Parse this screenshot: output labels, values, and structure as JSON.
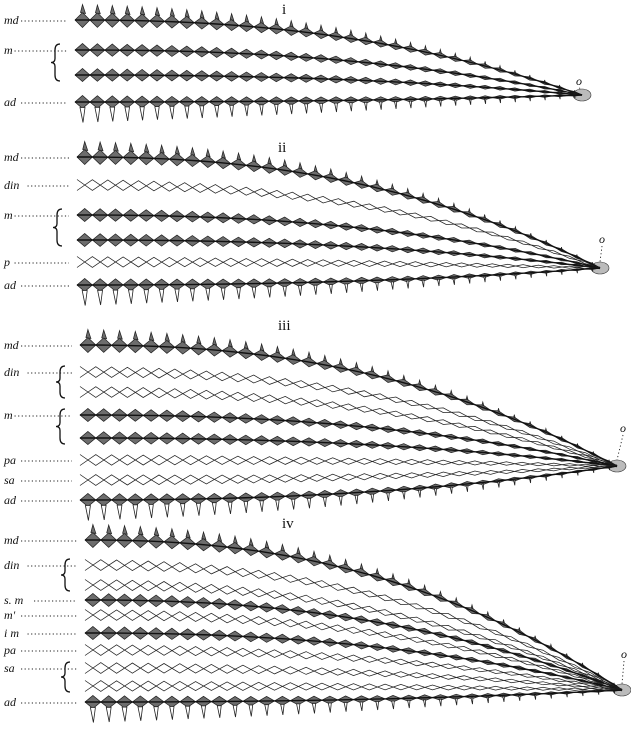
{
  "figure": {
    "panels": [
      {
        "id": "i",
        "label": "i",
        "tip_label": "o",
        "rows": [
          {
            "label": "md",
            "kind": "median"
          },
          {
            "label": "m",
            "kind": "diamond"
          },
          {
            "label": "",
            "kind": "diamond"
          },
          {
            "label": "ad",
            "kind": "adradial"
          }
        ]
      },
      {
        "id": "ii",
        "label": "ii",
        "tip_label": "o",
        "rows": [
          {
            "label": "md",
            "kind": "median"
          },
          {
            "label": "din",
            "kind": "lattice"
          },
          {
            "label": "m",
            "kind": "diamond"
          },
          {
            "label": "",
            "kind": "diamond"
          },
          {
            "label": "p",
            "kind": "lattice"
          },
          {
            "label": "ad",
            "kind": "adradial"
          }
        ]
      },
      {
        "id": "iii",
        "label": "iii",
        "tip_label": "o",
        "rows": [
          {
            "label": "md",
            "kind": "median"
          },
          {
            "label": "din",
            "kind": "lattice"
          },
          {
            "label": "",
            "kind": "lattice"
          },
          {
            "label": "m",
            "kind": "diamond"
          },
          {
            "label": "",
            "kind": "diamond"
          },
          {
            "label": "pa",
            "kind": "lattice"
          },
          {
            "label": "sa",
            "kind": "lattice"
          },
          {
            "label": "ad",
            "kind": "adradial"
          }
        ]
      },
      {
        "id": "iv",
        "label": "iv",
        "tip_label": "o",
        "rows": [
          {
            "label": "md",
            "kind": "median"
          },
          {
            "label": "din",
            "kind": "lattice"
          },
          {
            "label": "",
            "kind": "lattice"
          },
          {
            "label": "s. m",
            "kind": "diamond"
          },
          {
            "label": "m'",
            "kind": "lattice"
          },
          {
            "label": "i m",
            "kind": "diamond"
          },
          {
            "label": "pa",
            "kind": "lattice"
          },
          {
            "label": "sa",
            "kind": "lattice"
          },
          {
            "label": "",
            "kind": "lattice"
          },
          {
            "label": "ad",
            "kind": "adradial"
          }
        ]
      }
    ]
  }
}
